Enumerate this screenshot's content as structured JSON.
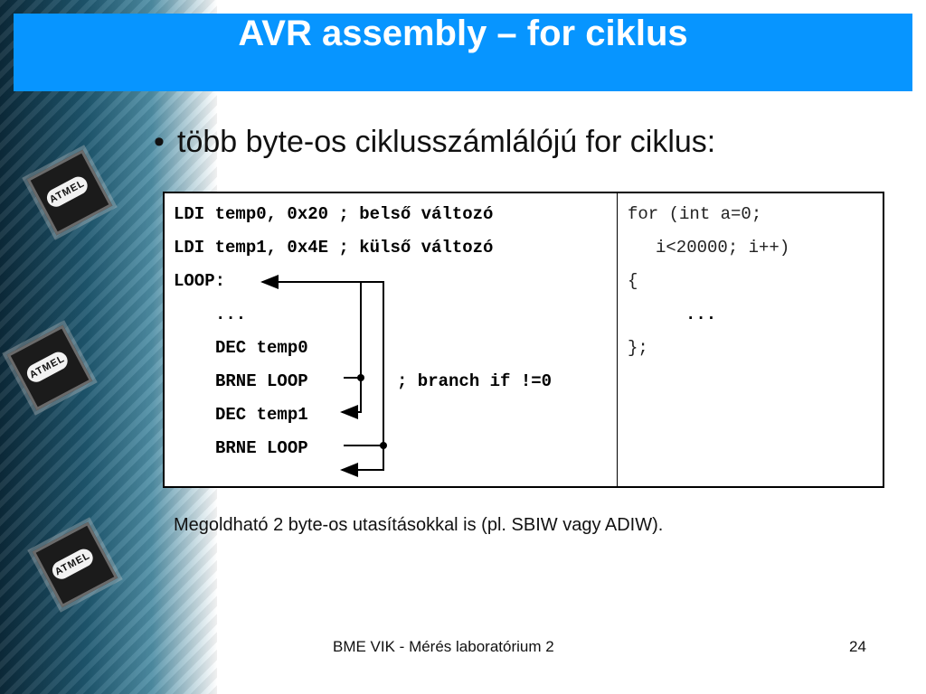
{
  "title": "AVR assembly – for ciklus",
  "bullet": "több byte-os ciklusszámlálójú for ciklus:",
  "code_left": [
    "LDI temp0, 0x20 ; belső változó",
    "LDI temp1, 0x4E ; külső változó",
    "LOOP:",
    "...",
    "DEC temp0",
    "BRNE LOOP",
    "; branch if !=0",
    "DEC temp1",
    "BRNE LOOP"
  ],
  "code_right": [
    "for (int a=0;",
    "i<20000; i++)",
    "{",
    "...",
    "};"
  ],
  "note": "Megoldható 2 byte-os utasításokkal is (pl. SBIW vagy ADIW).",
  "footer": "BME VIK - Mérés laboratórium 2",
  "page_number": "24",
  "logo_text": "ATMEL",
  "colors": {
    "title_bar": "#0795ff",
    "title_text": "#ffffff"
  }
}
